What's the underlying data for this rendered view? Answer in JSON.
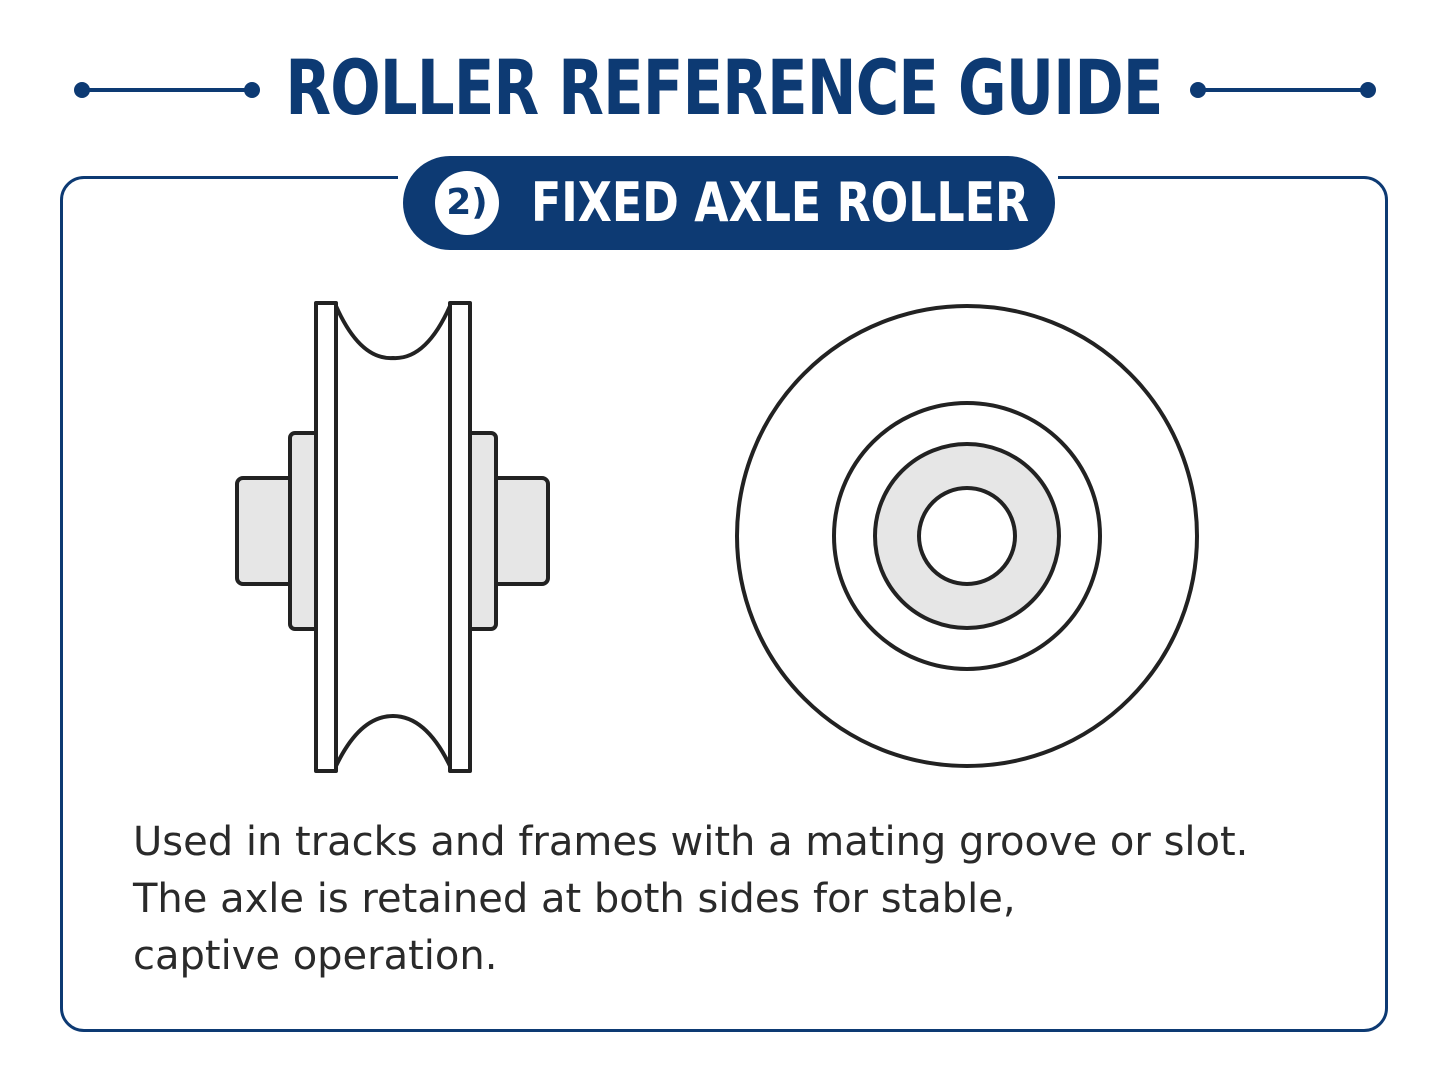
{
  "header": {
    "title": "ROLLER REFERENCE GUIDE"
  },
  "section": {
    "number": "2)",
    "title": "FIXED AXLE ROLLER"
  },
  "description": {
    "lines": [
      "Used in tracks and frames with a mating groove or slot.",
      "The axle is retained at both sides for stable,",
      "captive operation."
    ]
  },
  "colors": {
    "primary": "#0d3a73",
    "line": "#222222",
    "fill_light": "#e6e6e6",
    "text": "#2a2a2a"
  }
}
